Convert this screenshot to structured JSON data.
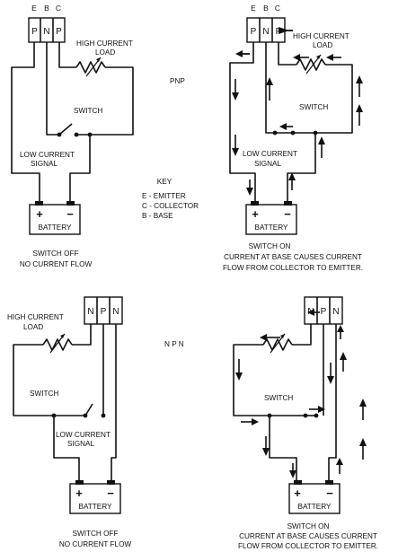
{
  "terminals": {
    "e": "E",
    "b": "B",
    "c": "C"
  },
  "pnp_pins": [
    "P",
    "N",
    "P"
  ],
  "npn_pins": [
    "N",
    "P",
    "N"
  ],
  "labels": {
    "high_current_load": [
      "HIGH CURRENT",
      "LOAD"
    ],
    "switch": "SWITCH",
    "low_current_signal": [
      "LOW CURRENT",
      "SIGNAL"
    ],
    "battery": "BATTERY",
    "plus": "+",
    "minus": "−"
  },
  "type_labels": {
    "pnp": "PNP",
    "npn": "N  P  N"
  },
  "key": {
    "title": "KEY",
    "lines": [
      "E - EMITTER",
      "C - COLLECTOR",
      "B - BASE"
    ]
  },
  "captions": {
    "off": [
      "SWITCH OFF",
      "NO CURRENT FLOW"
    ],
    "on_top": [
      "SWITCH ON",
      "CURRENT AT BASE CAUSES  CURRENT",
      "FLOW FROM COLLECTOR TO EMITTER."
    ],
    "on_bottom": [
      "SWITCH ON",
      "CURRENT AT BASE CAUSES  CURRENT",
      "FLOW FROM COLLECTOR TO EMITTER."
    ]
  }
}
